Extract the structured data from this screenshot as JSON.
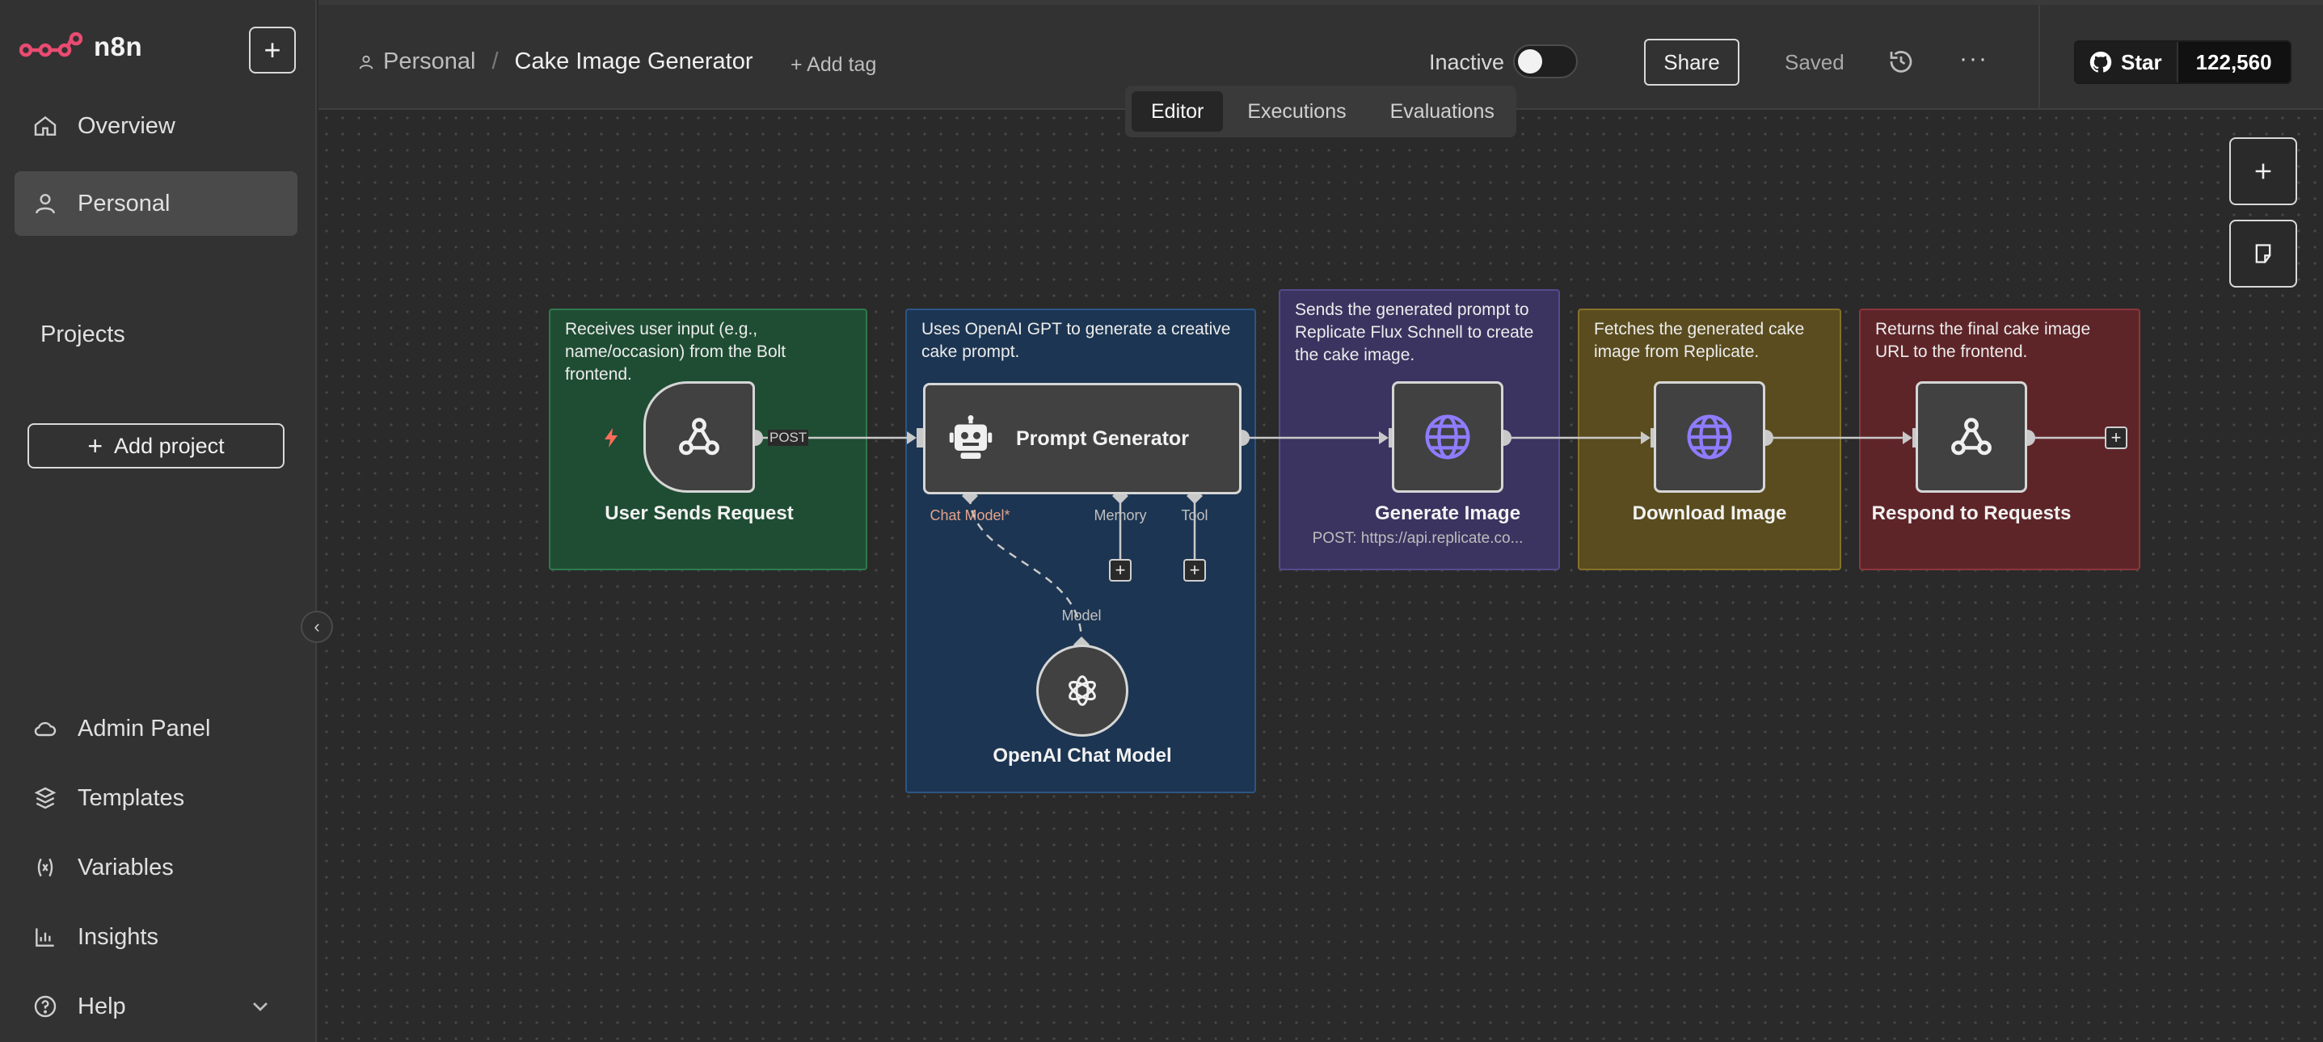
{
  "app": {
    "logo_text": "n8n"
  },
  "sidebar": {
    "items": [
      {
        "label": "Overview",
        "icon": "home-icon"
      },
      {
        "label": "Personal",
        "icon": "user-icon"
      }
    ],
    "projects_title": "Projects",
    "add_project_label": "Add project",
    "bottom_items": [
      {
        "label": "Admin Panel",
        "icon": "cloud-icon"
      },
      {
        "label": "Templates",
        "icon": "box-icon"
      },
      {
        "label": "Variables",
        "icon": "variables-icon"
      },
      {
        "label": "Insights",
        "icon": "chart-icon"
      },
      {
        "label": "Help",
        "icon": "help-icon"
      }
    ]
  },
  "header": {
    "breadcrumb_project": "Personal",
    "breadcrumb_separator": "/",
    "workflow_name": "Cake Image Generator",
    "add_tag": "+ Add tag",
    "status_label": "Inactive",
    "share_label": "Share",
    "saved_label": "Saved",
    "more_label": "···",
    "github_star_label": "Star",
    "github_star_count": "122,560"
  },
  "tabs": [
    {
      "label": "Editor",
      "active": true
    },
    {
      "label": "Executions",
      "active": false
    },
    {
      "label": "Evaluations",
      "active": false
    }
  ],
  "stickies": [
    {
      "text": "Receives user input (e.g., name/occasion) from the Bolt frontend.",
      "color": "#1f4d33"
    },
    {
      "text": "Uses OpenAI GPT to generate a creative cake prompt.",
      "color": "#1c3552"
    },
    {
      "text": "Sends the generated prompt to Replicate Flux Schnell to create the cake image.",
      "color": "#3b3460"
    },
    {
      "text": "Fetches the generated cake image from Replicate.",
      "color": "#5a4c1e"
    },
    {
      "text": "Returns the final cake image URL to the frontend.",
      "color": "#5e2529"
    }
  ],
  "nodes": {
    "webhook": {
      "label": "User Sends Request",
      "edge_label": "POST",
      "icon": "webhook-icon"
    },
    "prompt": {
      "label": "Prompt Generator",
      "icon": "robot-icon",
      "ports": [
        "Chat Model*",
        "Memory",
        "Tool"
      ]
    },
    "openai": {
      "label": "OpenAI Chat Model",
      "port": "Model",
      "icon": "openai-icon"
    },
    "generate": {
      "label": "Generate Image",
      "subtitle": "POST: https://api.replicate.co...",
      "icon": "globe-icon"
    },
    "download": {
      "label": "Download Image",
      "icon": "globe-icon"
    },
    "respond": {
      "label": "Respond to Requests",
      "icon": "webhook-icon"
    }
  },
  "colors": {
    "accent": "#ea4b71",
    "trigger": "#ff6d5a",
    "http": "#8e7cff"
  }
}
